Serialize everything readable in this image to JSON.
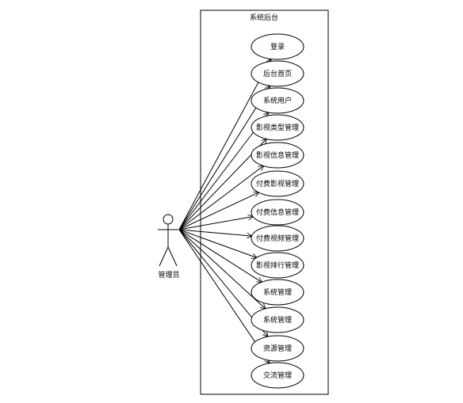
{
  "system": {
    "title": "系统后台"
  },
  "actor": {
    "label": "管理员"
  },
  "use_cases": [
    "登录",
    "后台首页",
    "系统用户",
    "影视类型管理",
    "影视信息管理",
    "付费影视管理",
    "付费信息管理",
    "付费视频管理",
    "影视排行管理",
    "系统管理",
    "系统管理",
    "资源管理",
    "交流管理"
  ],
  "colors": {
    "line": "#000000",
    "background": "#ffffff"
  }
}
